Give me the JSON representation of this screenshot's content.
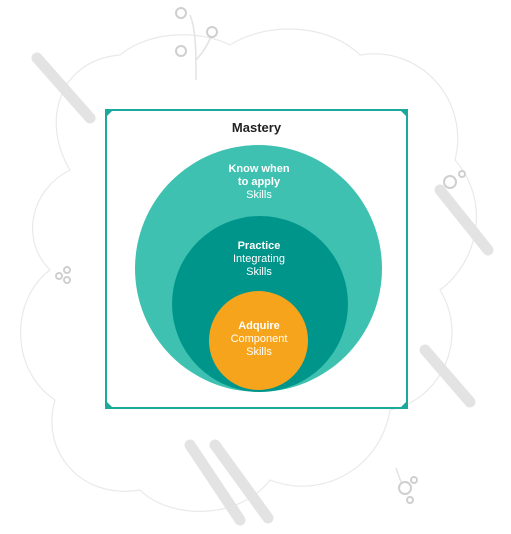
{
  "diagram": {
    "title": "Mastery",
    "levels": [
      {
        "heading_line1": "Know when",
        "heading_line2": "to apply",
        "sub_line1": "Skills",
        "color": "#3ec1b0"
      },
      {
        "heading": "Practice",
        "sub_line1": "Integrating",
        "sub_line2": "Skills",
        "color": "#00958a"
      },
      {
        "heading": "Adquire",
        "sub_line1": "Component",
        "sub_line2": "Skills",
        "color": "#f7a41d"
      }
    ],
    "frame_color": "#1aa99b"
  }
}
